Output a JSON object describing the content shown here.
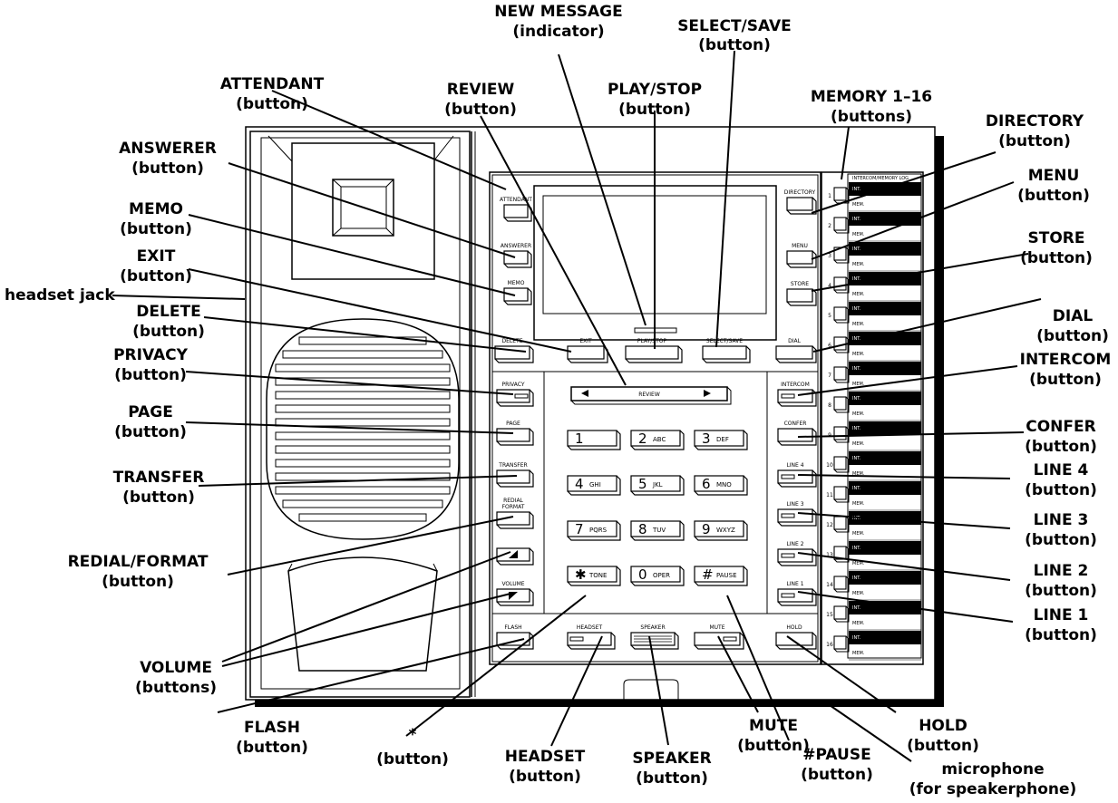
{
  "callouts": [
    {
      "id": "new-message",
      "lines": [
        "NEW MESSAGE",
        "(indicator)"
      ]
    },
    {
      "id": "select-save",
      "lines": [
        "SELECT/SAVE",
        "(button)"
      ]
    },
    {
      "id": "attendant",
      "lines": [
        "ATTENDANT",
        "(button)"
      ]
    },
    {
      "id": "review",
      "lines": [
        "REVIEW",
        "(button)"
      ]
    },
    {
      "id": "play-stop",
      "lines": [
        "PLAY/STOP",
        "(button)"
      ]
    },
    {
      "id": "memory",
      "lines": [
        "MEMORY 1–16",
        "(buttons)"
      ]
    },
    {
      "id": "directory",
      "lines": [
        "DIRECTORY",
        "(button)"
      ]
    },
    {
      "id": "answerer",
      "lines": [
        "ANSWERER",
        "(button)"
      ]
    },
    {
      "id": "menu",
      "lines": [
        "MENU",
        "(button)"
      ]
    },
    {
      "id": "memo",
      "lines": [
        "MEMO",
        "(button)"
      ]
    },
    {
      "id": "store",
      "lines": [
        "STORE",
        "(button)"
      ]
    },
    {
      "id": "exit",
      "lines": [
        "EXIT",
        "(button)"
      ]
    },
    {
      "id": "headset-jack",
      "lines": [
        "headset jack"
      ]
    },
    {
      "id": "delete",
      "lines": [
        "DELETE",
        "(button)"
      ]
    },
    {
      "id": "dial",
      "lines": [
        "DIAL",
        "(button)"
      ]
    },
    {
      "id": "privacy",
      "lines": [
        "PRIVACY",
        "(button)"
      ]
    },
    {
      "id": "intercom",
      "lines": [
        "INTERCOM",
        "(button)"
      ]
    },
    {
      "id": "page",
      "lines": [
        "PAGE",
        "(button)"
      ]
    },
    {
      "id": "confer",
      "lines": [
        "CONFER",
        "(button)"
      ]
    },
    {
      "id": "transfer",
      "lines": [
        "TRANSFER",
        "(button)"
      ]
    },
    {
      "id": "line4",
      "lines": [
        "LINE 4",
        "(button)"
      ]
    },
    {
      "id": "line3",
      "lines": [
        "LINE 3",
        "(button)"
      ]
    },
    {
      "id": "redial-format",
      "lines": [
        "REDIAL/FORMAT",
        "(button)"
      ]
    },
    {
      "id": "line2",
      "lines": [
        "LINE 2",
        "(button)"
      ]
    },
    {
      "id": "line1",
      "lines": [
        "LINE 1",
        "(button)"
      ]
    },
    {
      "id": "volume",
      "lines": [
        "VOLUME",
        "(buttons)"
      ]
    },
    {
      "id": "flash",
      "lines": [
        "FLASH",
        "(button)"
      ]
    },
    {
      "id": "star",
      "lines": [
        "*",
        "(button)"
      ]
    },
    {
      "id": "headset",
      "lines": [
        "HEADSET",
        "(button)"
      ]
    },
    {
      "id": "speaker",
      "lines": [
        "SPEAKER",
        "(button)"
      ]
    },
    {
      "id": "mute",
      "lines": [
        "MUTE",
        "(button)"
      ]
    },
    {
      "id": "hold",
      "lines": [
        "HOLD",
        "(button)"
      ]
    },
    {
      "id": "pause",
      "lines": [
        "#PAUSE",
        "(button)"
      ]
    },
    {
      "id": "microphone",
      "lines": [
        "microphone",
        "(for speakerphone)"
      ]
    }
  ],
  "buttons": {
    "attendant": "ATTENDANT",
    "answerer": "ANSWERER",
    "memo": "MEMO",
    "directory": "DIRECTORY",
    "menu": "MENU",
    "store": "STORE",
    "delete": "DELETE",
    "exit": "EXIT",
    "play_stop": "PLAY/STOP",
    "select_save": "SELECT/SAVE",
    "dial": "DIAL",
    "privacy": "PRIVACY",
    "page": "PAGE",
    "transfer": "TRANSFER",
    "redial_1": "REDIAL",
    "redial_2": "FORMAT",
    "volume": "VOLUME",
    "flash": "FLASH",
    "headset": "HEADSET",
    "speaker": "SPEAKER",
    "mute": "MUTE",
    "hold": "HOLD",
    "intercom": "INTERCOM",
    "confer": "CONFER",
    "line4": "LINE 4",
    "line3": "LINE 3",
    "line2": "LINE 2",
    "line1": "LINE 1",
    "review": "REVIEW"
  },
  "keypad": [
    {
      "digit": "1",
      "letters": ""
    },
    {
      "digit": "2",
      "letters": "ABC"
    },
    {
      "digit": "3",
      "letters": "DEF"
    },
    {
      "digit": "4",
      "letters": "GHI"
    },
    {
      "digit": "5",
      "letters": "JKL"
    },
    {
      "digit": "6",
      "letters": "MNO"
    },
    {
      "digit": "7",
      "letters": "PQRS"
    },
    {
      "digit": "8",
      "letters": "TUV"
    },
    {
      "digit": "9",
      "letters": "WXYZ"
    },
    {
      "digit": "✱",
      "letters": "TONE"
    },
    {
      "digit": "0",
      "letters": "OPER"
    },
    {
      "digit": "#",
      "letters": "PAUSE"
    }
  ],
  "memory": {
    "card_title": "INTERCOM/MEMORY LOG",
    "int_label": "INT.",
    "mem_label": "MEM.",
    "numbers": [
      "1",
      "2",
      "3",
      "4",
      "5",
      "6",
      "7",
      "8",
      "9",
      "10",
      "11",
      "12",
      "13",
      "14",
      "15",
      "16"
    ]
  }
}
